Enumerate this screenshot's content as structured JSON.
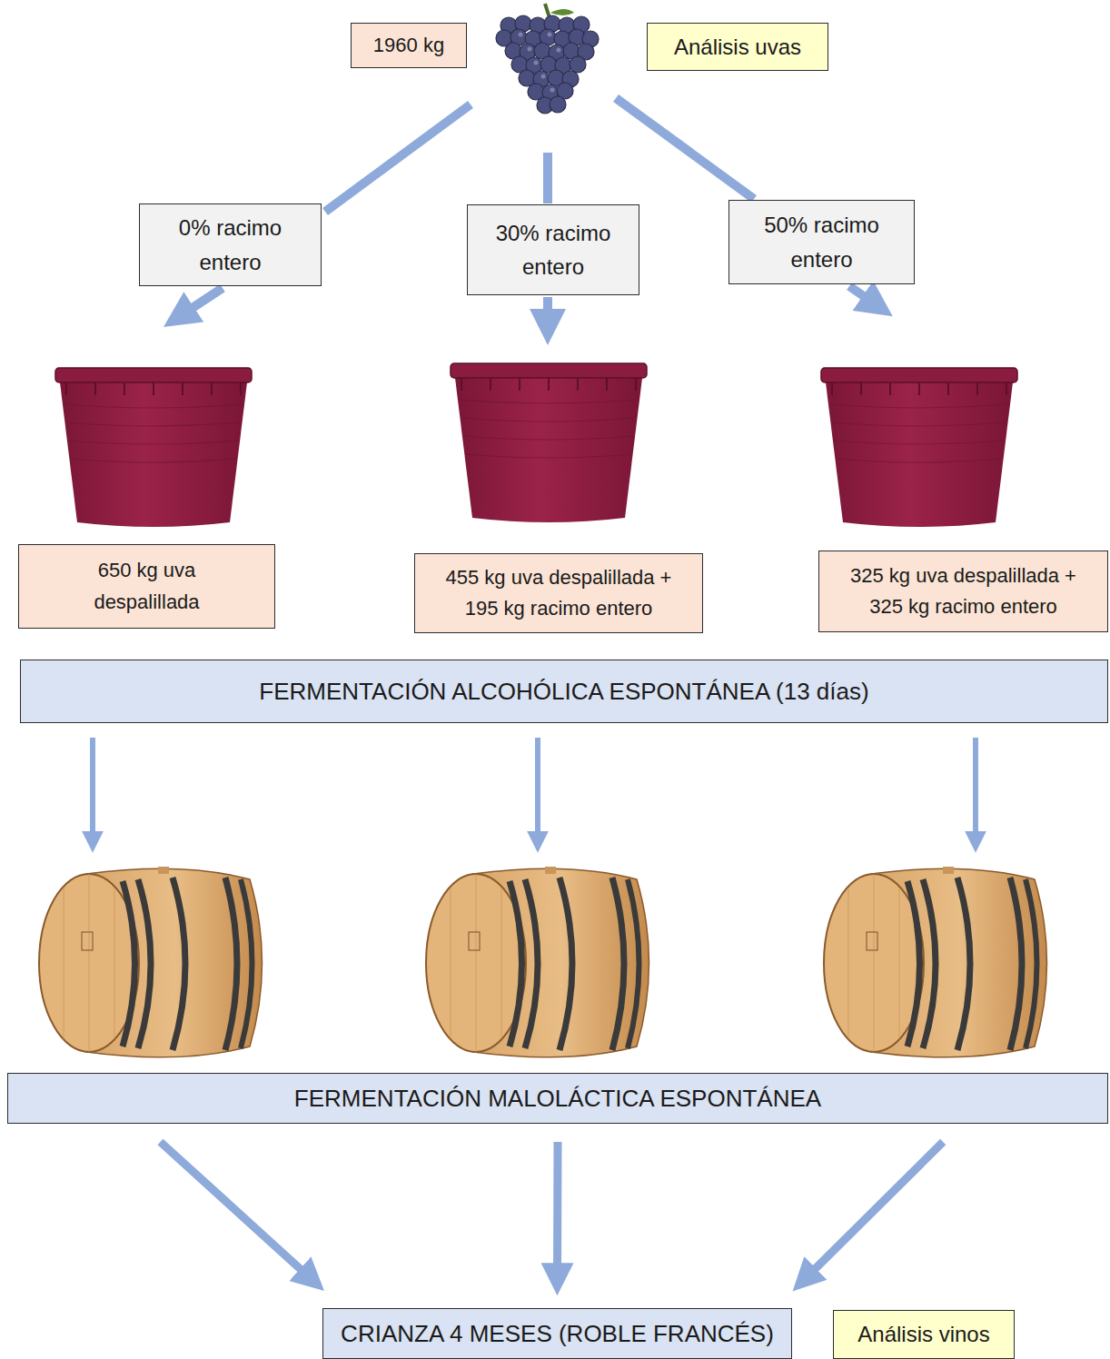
{
  "diagram": {
    "nodes": [
      {
        "text": [
          "1960 kg"
        ]
      },
      {
        "text": [
          "Análisis uvas"
        ]
      },
      {
        "text": [
          "0% racimo entero"
        ]
      },
      {
        "text": [
          "30% racimo entero"
        ]
      },
      {
        "text": [
          "50% racimo entero"
        ]
      },
      {
        "text": [
          "650 kg uva despalillada"
        ]
      },
      {
        "text": [
          "455 kg uva despalillada + 195 kg racimo entero"
        ]
      },
      {
        "text": [
          "325 kg uva despalillada + 325 kg racimo entero"
        ]
      },
      {
        "text": [
          "FERMENTACIÓN ALCOHÓLICA ESPONTÁNEA (13 días)"
        ]
      },
      {
        "text": [
          "FERMENTACIÓN MALOLÁCTICA ESPONTÁNEA"
        ]
      },
      {
        "text": [
          "CRIANZA 4 MESES (ROBLE FRANCÉS)"
        ]
      },
      {
        "text": [
          "Análisis vinos"
        ]
      }
    ],
    "edges": [
      {
        "from": 9,
        "to": 10,
        "arrow": "to"
      },
      {
        "from": 9,
        "to": 10,
        "arrow": "to"
      },
      {
        "from": 9,
        "to": 10,
        "arrow": "to"
      }
    ]
  }
}
